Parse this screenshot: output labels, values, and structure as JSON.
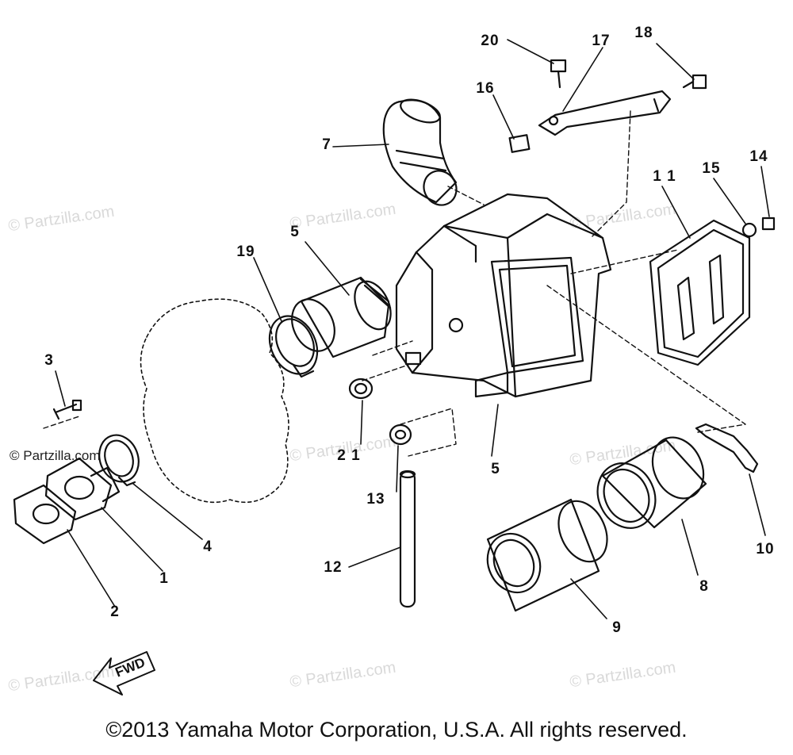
{
  "diagram": {
    "callouts": {
      "p1": "1",
      "p2": "2",
      "p3": "3",
      "p4": "4",
      "p5a": "5",
      "p5b": "5",
      "p7": "7",
      "p8": "8",
      "p9": "9",
      "p10": "10",
      "p11": "1 1",
      "p12": "12",
      "p13": "13",
      "p14": "14",
      "p15": "15",
      "p16": "16",
      "p17": "17",
      "p18": "18",
      "p19": "19",
      "p20": "20",
      "p21": "2 1"
    },
    "fwd_label": "FWD",
    "watermark_text": "© Partzilla.com"
  },
  "footer": {
    "copyright": "©2013 Yamaha Motor Corporation, U.S.A. All rights reserved."
  }
}
